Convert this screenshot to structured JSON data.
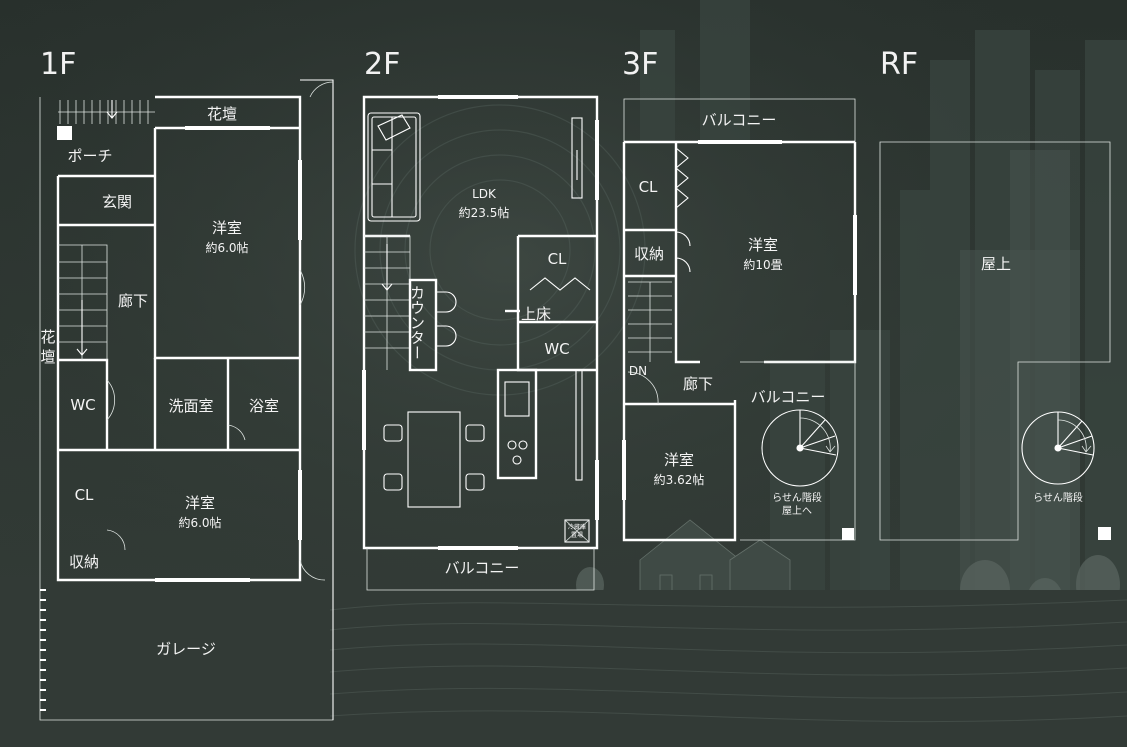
{
  "colors": {
    "background": "#2b332f",
    "line": "#ffffff",
    "text": "#f4f4f4"
  },
  "floors": {
    "f1": {
      "label": "1F",
      "rooms": {
        "flowerbed_top": "花壇",
        "porch": "ポーチ",
        "entrance": "玄関",
        "western_room_a": "洋室",
        "western_room_a_size": "約6.0帖",
        "hallway": "廊下",
        "flowerbed_side_1": "花",
        "flowerbed_side_2": "壇",
        "wc": "WC",
        "washroom": "洗面室",
        "bath": "浴室",
        "closet": "CL",
        "western_room_b": "洋室",
        "western_room_b_size": "約6.0帖",
        "storage": "収納",
        "garage": "ガレージ"
      }
    },
    "f2": {
      "label": "2F",
      "rooms": {
        "ldk": "LDK",
        "ldk_size": "約23.5帖",
        "counter": "カウンター",
        "closet": "CL",
        "raised_floor": "上床",
        "wc": "WC",
        "fridge_1": "冷蔵庫",
        "fridge_2": "置場",
        "balcony": "バルコニー"
      }
    },
    "f3": {
      "label": "3F",
      "rooms": {
        "balcony_top": "バルコニー",
        "closet": "CL",
        "western_room_a": "洋室",
        "western_room_a_size": "約10畳",
        "storage": "収納",
        "down": "DN",
        "hallway": "廊下",
        "balcony_side": "バルコニー",
        "western_room_b": "洋室",
        "western_room_b_size": "約3.62帖",
        "spiral_stairs": "らせん階段",
        "to_roof": "屋上へ"
      }
    },
    "rf": {
      "label": "RF",
      "rooms": {
        "rooftop": "屋上",
        "spiral_stairs": "らせん階段"
      }
    }
  }
}
